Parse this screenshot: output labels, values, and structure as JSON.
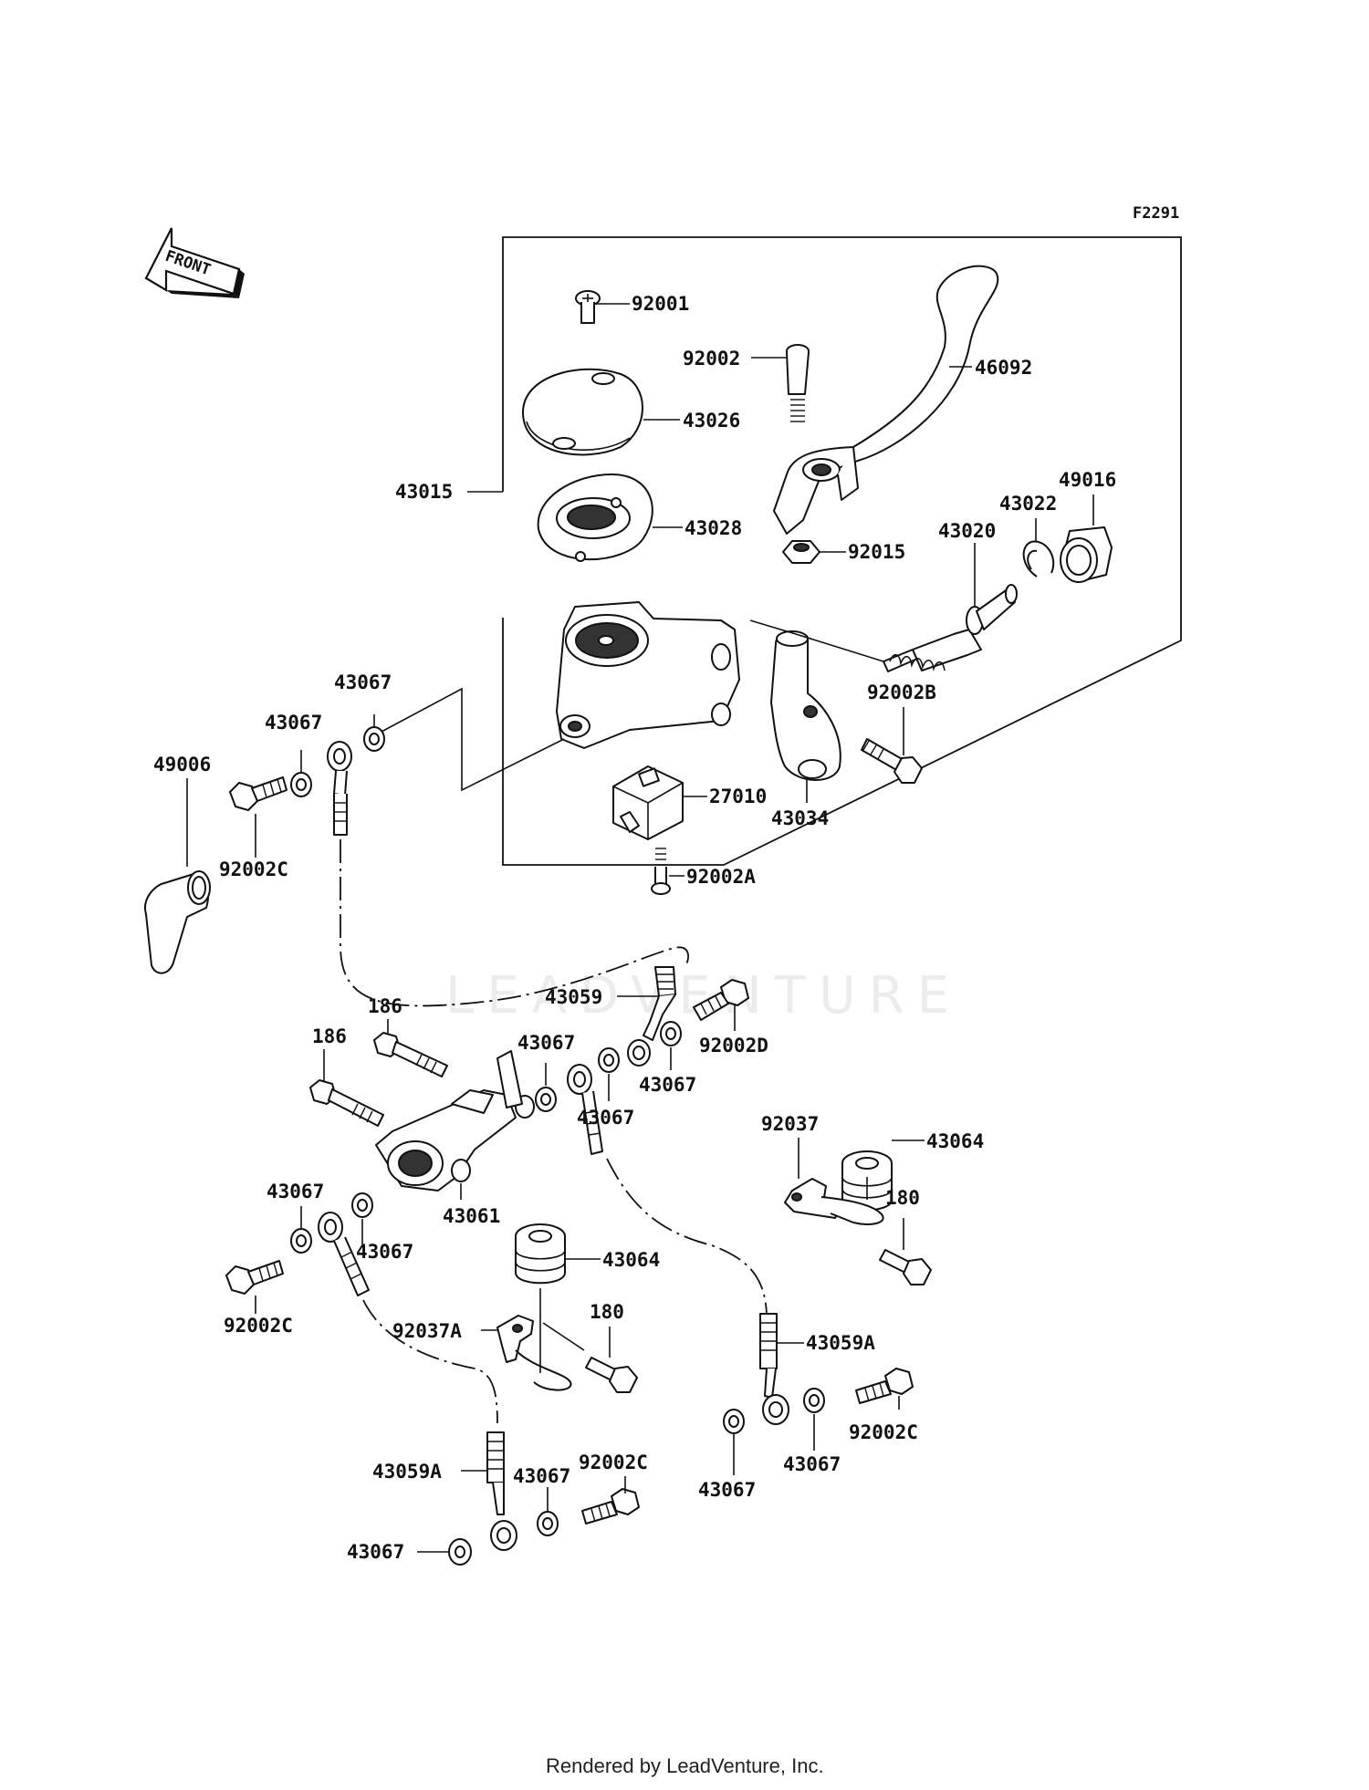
{
  "figure_code": "F2291",
  "front_label": "FRONT",
  "watermark": "LEADVENTURE",
  "footer": "Rendered by LeadVenture, Inc.",
  "labels": [
    "92001",
    "92002",
    "46092",
    "43026",
    "43015",
    "43028",
    "92015",
    "43020",
    "43022",
    "49016",
    "43067",
    "43067",
    "49006",
    "92002C",
    "92002B",
    "27010",
    "43034",
    "92002A",
    "43059",
    "92002D",
    "186",
    "186",
    "43067",
    "43067",
    "43067",
    "43061",
    "92037",
    "43064",
    "180",
    "43067",
    "43067",
    "92002C",
    "43064",
    "92037A",
    "180",
    "43059A",
    "92002C",
    "43067",
    "43067",
    "43059A",
    "92002C",
    "43067",
    "43067"
  ]
}
